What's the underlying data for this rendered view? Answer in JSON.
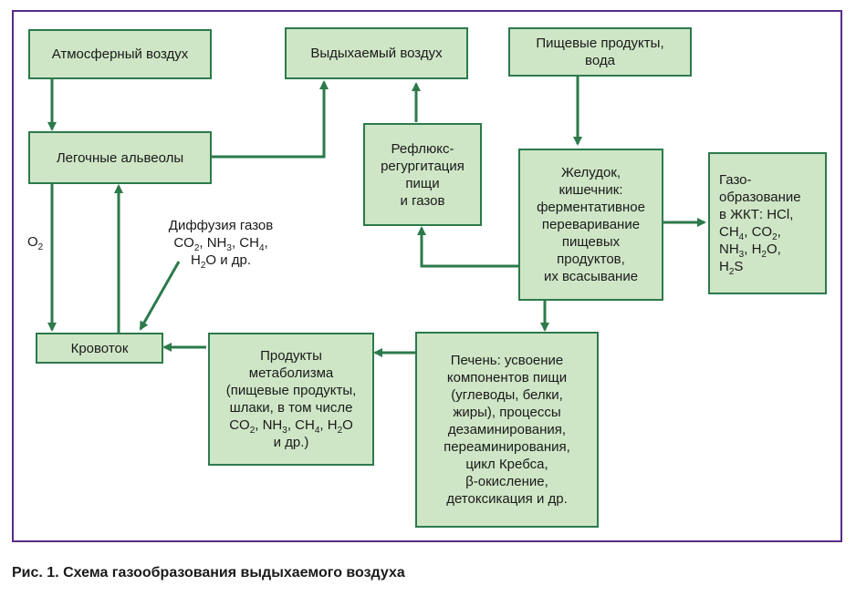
{
  "boxes": {
    "atmospheric_air": "Атмосферный воздух",
    "exhaled_air": "Выдыхаемый воздух",
    "food_water": "Пищевые продукты,\nвода",
    "alveoli": "Легочные альвеолы",
    "reflux": "Рефлюкс-\nрегургитация\nпищи\nи газов",
    "stomach": "Желудок,\nкишечник:\nферментативное\nпереваривание\nпищевых\nпродуктов,\nих всасывание",
    "gas_formation": {
      "line1": "Газо-",
      "line2": "образование",
      "line3": "в ЖКТ: HCl,",
      "line4_a": "CH",
      "line4_a_sub": "4",
      "line4_b": ", CO",
      "line4_b_sub": "2",
      "line4_c": ",",
      "line5_a": "NH",
      "line5_a_sub": "3",
      "line5_b": ", H",
      "line5_b_sub": "2",
      "line5_c": "O,",
      "line6_a": "H",
      "line6_a_sub": "2",
      "line6_b": "S"
    },
    "bloodflow": "Кровоток",
    "metabolism": {
      "line1": "Продукты",
      "line2": "метаболизма",
      "line3": "(пищевые продукты,",
      "line4": "шлаки, в том числе",
      "line5_a": "CO",
      "line5_a_sub": "2",
      "line5_b": ", NH",
      "line5_b_sub": "3",
      "line5_c": ", CH",
      "line5_c_sub": "4",
      "line5_d": ", H",
      "line5_d_sub": "2",
      "line5_e": "O",
      "line6": "и др.)"
    },
    "liver": "Печень: усвоение\nкомпонентов пищи\n(углеводы, белки,\nжиры), процессы\nдезаминирования,\nпереаминирования,\nцикл Кребса,\nβ-окисление,\nдетоксикация и др."
  },
  "labels": {
    "o2_a": "O",
    "o2_sub": "2",
    "diffusion_line1": "Диффузия газов",
    "diffusion_line2_a": "CO",
    "diffusion_line2_a_sub": "2",
    "diffusion_line2_b": ", NH",
    "diffusion_line2_b_sub": "3",
    "diffusion_line2_c": ", CH",
    "diffusion_line2_c_sub": "4",
    "diffusion_line2_d": ",",
    "diffusion_line3_a": "H",
    "diffusion_line3_a_sub": "2",
    "diffusion_line3_b": "O и др."
  },
  "caption": "Рис. 1. Схема газообразования выдыхаемого воздуха",
  "colors": {
    "box_fill": "#cfe6c6",
    "border": "#2c7a4b",
    "arrow": "#2c7a4b",
    "frame": "#5b2a86"
  }
}
